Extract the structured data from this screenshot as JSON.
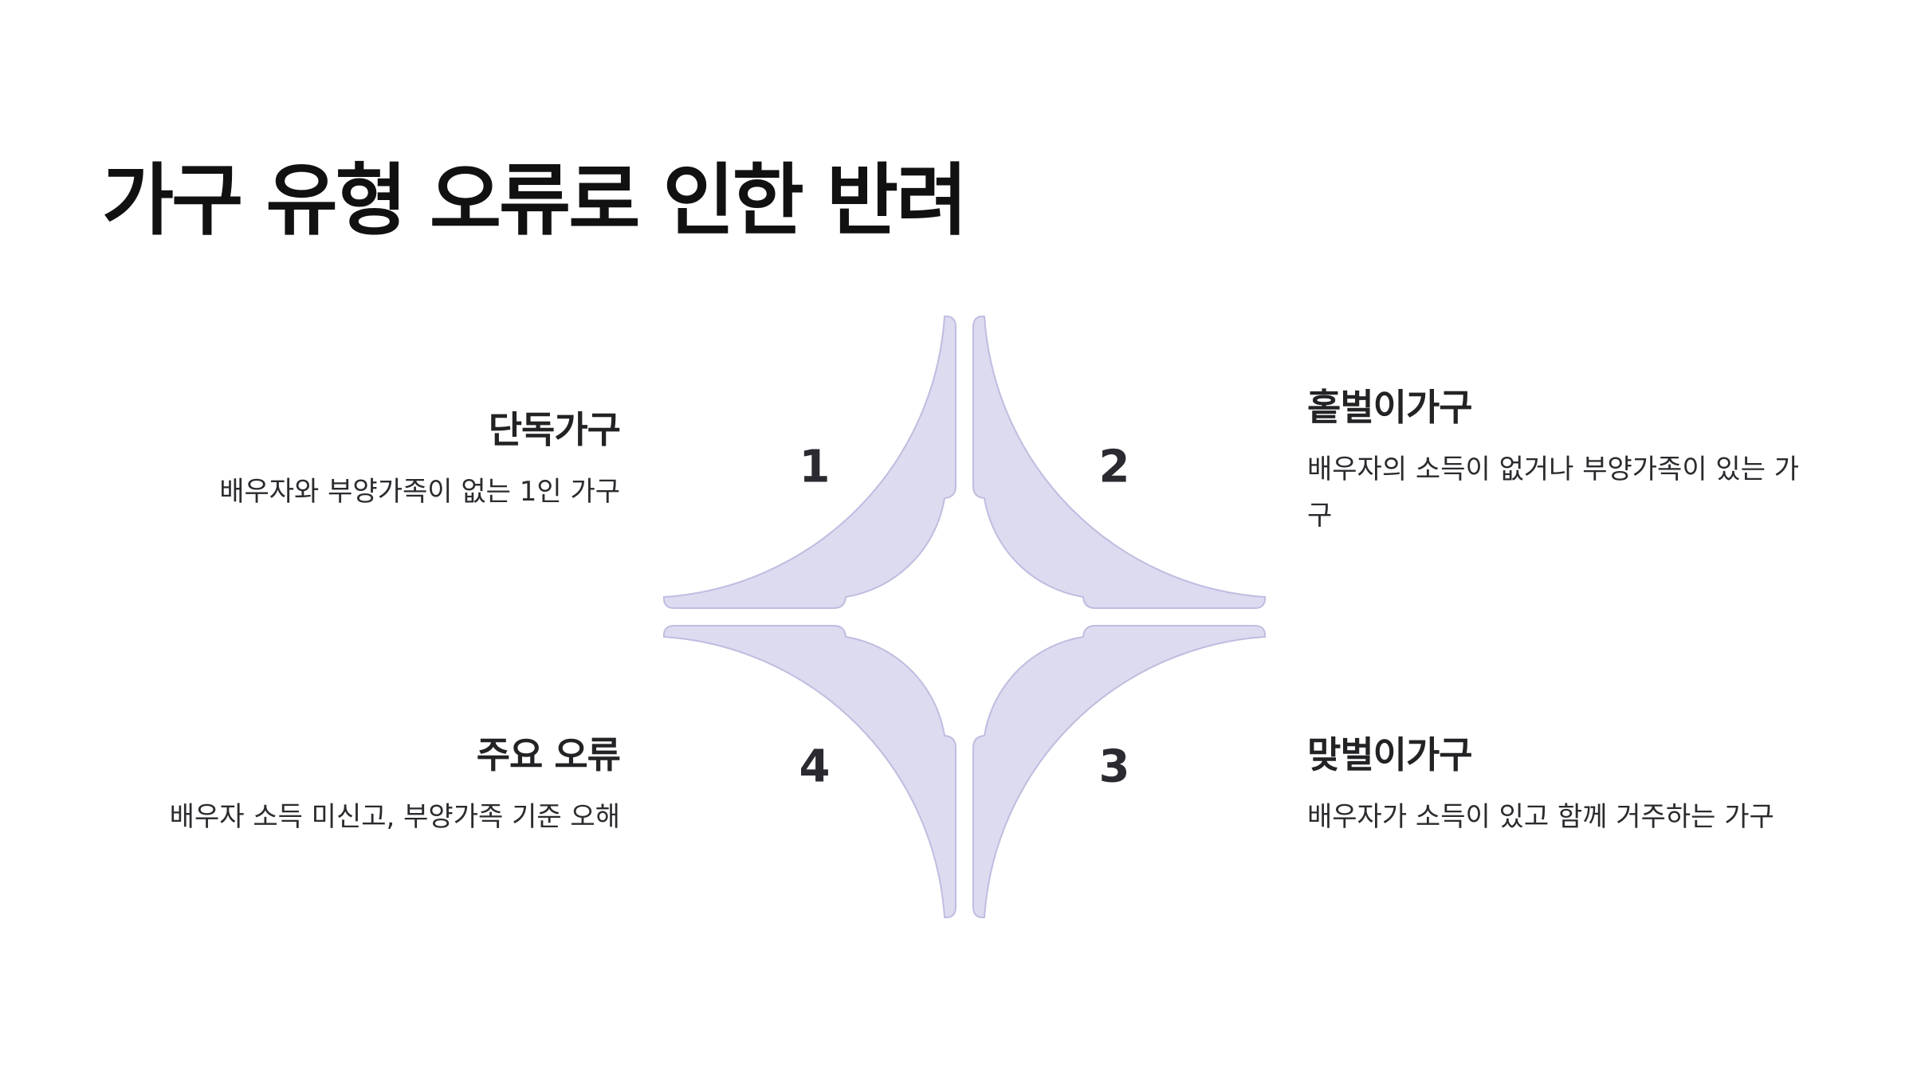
{
  "title": "가구 유형 오류로 인한 반려",
  "segments": [
    {
      "number": "1",
      "title": "단독가구",
      "description": "배우자와 부양가족이 없는 1인 가구"
    },
    {
      "number": "2",
      "title": "홑벌이가구",
      "description": "배우자의 소득이 없거나 부양가족이 있는 가구"
    },
    {
      "number": "3",
      "title": "맞벌이가구",
      "description": "배우자가 소득이 있고 함께 거주하는 가구"
    },
    {
      "number": "4",
      "title": "주요 오류",
      "description": "배우자 소득 미신고, 부양가족 기준 오해"
    }
  ],
  "colors": {
    "segment_fill": "#dcdbf0",
    "segment_stroke": "#bfbde0",
    "title": "#111111",
    "text": "#2b2b2f"
  }
}
